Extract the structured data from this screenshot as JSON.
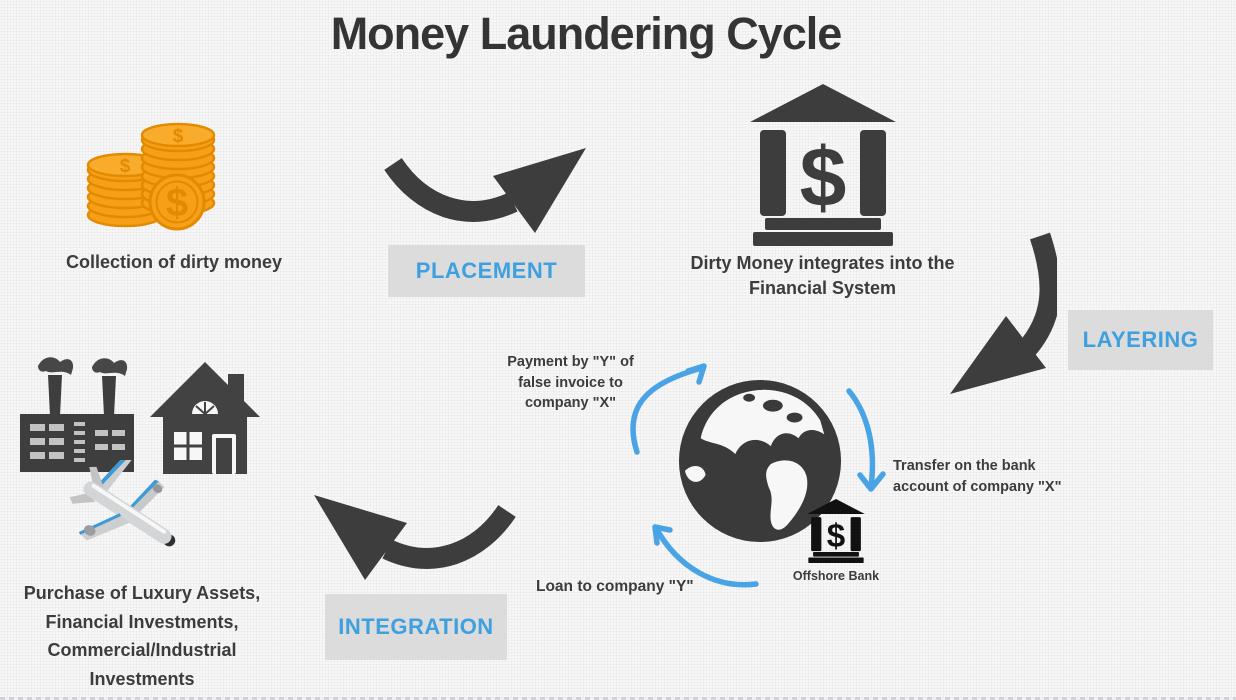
{
  "title": "Money Laundering Cycle",
  "symbols": {
    "dollar": "$"
  },
  "colors": {
    "accent_blue_text": "#3fa0df",
    "cycle_arrow_blue": "#4aa3e4",
    "dark_icon": "#3d3d3d",
    "stage_label_bg": "#dcdcdc",
    "coin_orange": "#f7a017",
    "background": "#f7f7f8"
  },
  "stages": {
    "placement": {
      "label": "PLACEMENT"
    },
    "layering": {
      "label": "LAYERING"
    },
    "integration": {
      "label": "INTEGRATION"
    }
  },
  "nodes": {
    "dirty_money": {
      "caption": "Collection of dirty money"
    },
    "financial_system": {
      "caption_lines": [
        "Dirty Money integrates into the",
        "Financial System"
      ]
    },
    "offshore_bank": {
      "caption": "Offshore Bank"
    },
    "assets": {
      "caption_lines": [
        "Purchase of Luxury Assets,",
        "Financial Investments,",
        "Commercial/Industrial",
        "Investments"
      ]
    }
  },
  "cycle_annotations": {
    "payment": {
      "lines": [
        "Payment by \"Y\" of",
        "false invoice to",
        "company \"X\""
      ]
    },
    "transfer": {
      "lines": [
        "Transfer on the bank",
        "account of company \"X\""
      ]
    },
    "loan": {
      "label": "Loan to company \"Y\""
    }
  },
  "icons": {
    "coins-icon": "two stacks of gold dollar coins",
    "bank-icon": "classical bank building with dollar sign",
    "globe-icon": "dark globe showing the Americas",
    "offshore-bank-icon": "small bank building with dollar sign",
    "factory-icon": "factory with two smoking chimneys",
    "house-icon": "house with chimney and arched window",
    "airplane-icon": "passenger jet with blue stripes",
    "placement-arrow-icon": "dark curved arrow pointing up-right",
    "layering-arrow-icon": "dark curved arrow pointing down-left",
    "integration-arrow-icon": "dark curved arrow pointing up-left",
    "cycle-arrows-icon": "three blue arcs circling the globe"
  }
}
